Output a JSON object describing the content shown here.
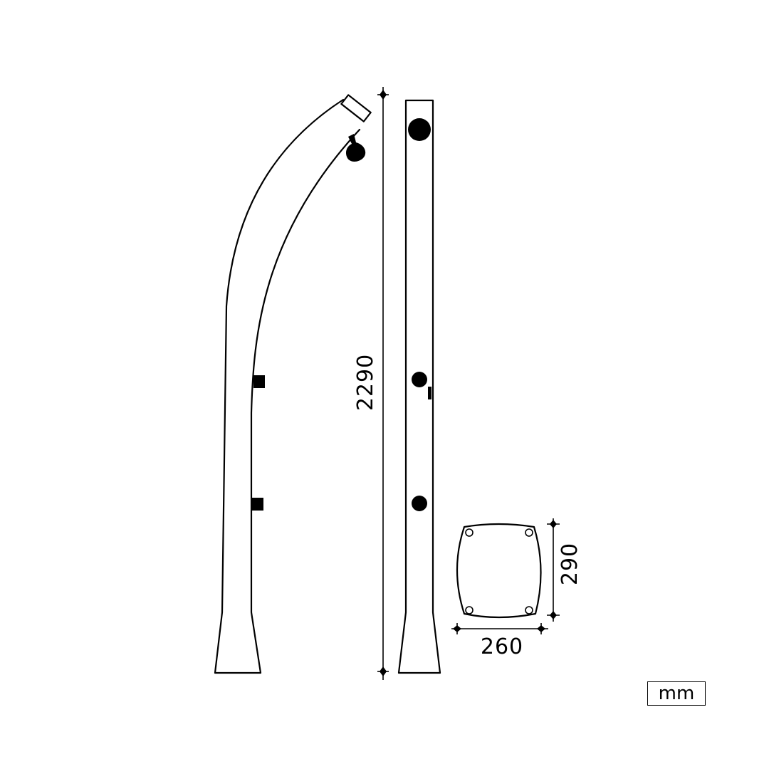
{
  "dimensions": {
    "height": "2290",
    "base_depth": "290",
    "base_width": "260"
  },
  "unit_label": "mm"
}
